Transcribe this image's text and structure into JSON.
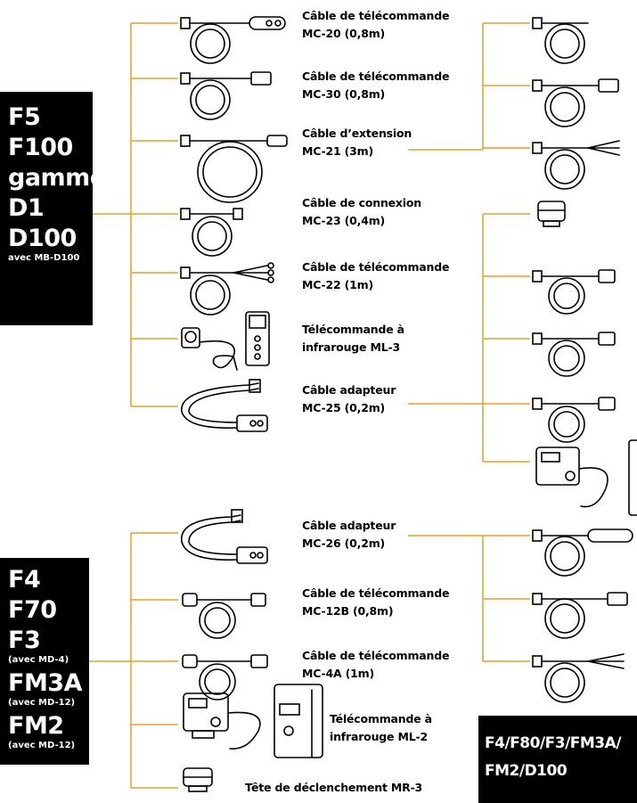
{
  "diagram": {
    "line_color": "#E8A020",
    "group1": {
      "models": [
        {
          "text": "F5",
          "size": "big"
        },
        {
          "text": "F100",
          "size": "big"
        },
        {
          "text": "gamme",
          "size": "big"
        },
        {
          "text": "D1",
          "size": "big"
        },
        {
          "text": "D100",
          "size": "big"
        },
        {
          "text": "avec MB-D100",
          "size": "small"
        }
      ],
      "items": [
        {
          "line1": "Câble de télécommande",
          "line2": "MC-20 (0,8m)",
          "icon": "remote-cord-icon"
        },
        {
          "line1": "Câble de télécommande",
          "line2": "MC-30 (0,8m)",
          "icon": "remote-cord-icon"
        },
        {
          "line1": "Câble d’extension",
          "line2": "MC-21 (3m)",
          "icon": "extension-cord-icon"
        },
        {
          "line1": "Câble de connexion",
          "line2": "MC-23 (0,4m)",
          "icon": "connecting-cord-icon"
        },
        {
          "line1": "Câble de télécommande",
          "line2": "MC-22 (1m)",
          "icon": "split-cord-icon"
        },
        {
          "line1": "Télécommande à",
          "line2": "infrarouge ML-3",
          "icon": "ir-remote-icon"
        },
        {
          "line1": "Câble adapteur",
          "line2": "MC-25 (0,2m)",
          "icon": "adapter-cord-icon"
        }
      ]
    },
    "group2": {
      "models": [
        {
          "text": "F4",
          "size": "big"
        },
        {
          "text": "F70",
          "size": "big"
        },
        {
          "text": "F3",
          "size": "big"
        },
        {
          "text": "(avec MD-4)",
          "size": "small"
        },
        {
          "text": "FM3A",
          "size": "big"
        },
        {
          "text": "(avec MD-12)",
          "size": "small"
        },
        {
          "text": "FM2",
          "size": "big"
        },
        {
          "text": "(avec MD-12)",
          "size": "small"
        }
      ],
      "items": [
        {
          "line1": "Câble adapteur",
          "line2": "MC-26 (0,2m)",
          "icon": "adapter-cord-icon"
        },
        {
          "line1": "Câble de télécommande",
          "line2": "MC-12B (0,8m)",
          "icon": "remote-cord-icon"
        },
        {
          "line1": "Câble de télécommande",
          "line2": "MC-4A (1m)",
          "icon": "remote-cord-icon"
        },
        {
          "line1": "Télécommande à",
          "line2": "infrarouge ML-2",
          "icon": "ir-remote-icon"
        },
        {
          "line1": "Tête de déclenchement MR-3",
          "line2": "",
          "icon": "release-head-icon"
        }
      ]
    },
    "group3": {
      "models": [
        {
          "text": "F4/F80/F3/FM3A/",
          "size": "mid"
        },
        {
          "text": "FM2/D100",
          "size": "mid"
        }
      ]
    }
  }
}
